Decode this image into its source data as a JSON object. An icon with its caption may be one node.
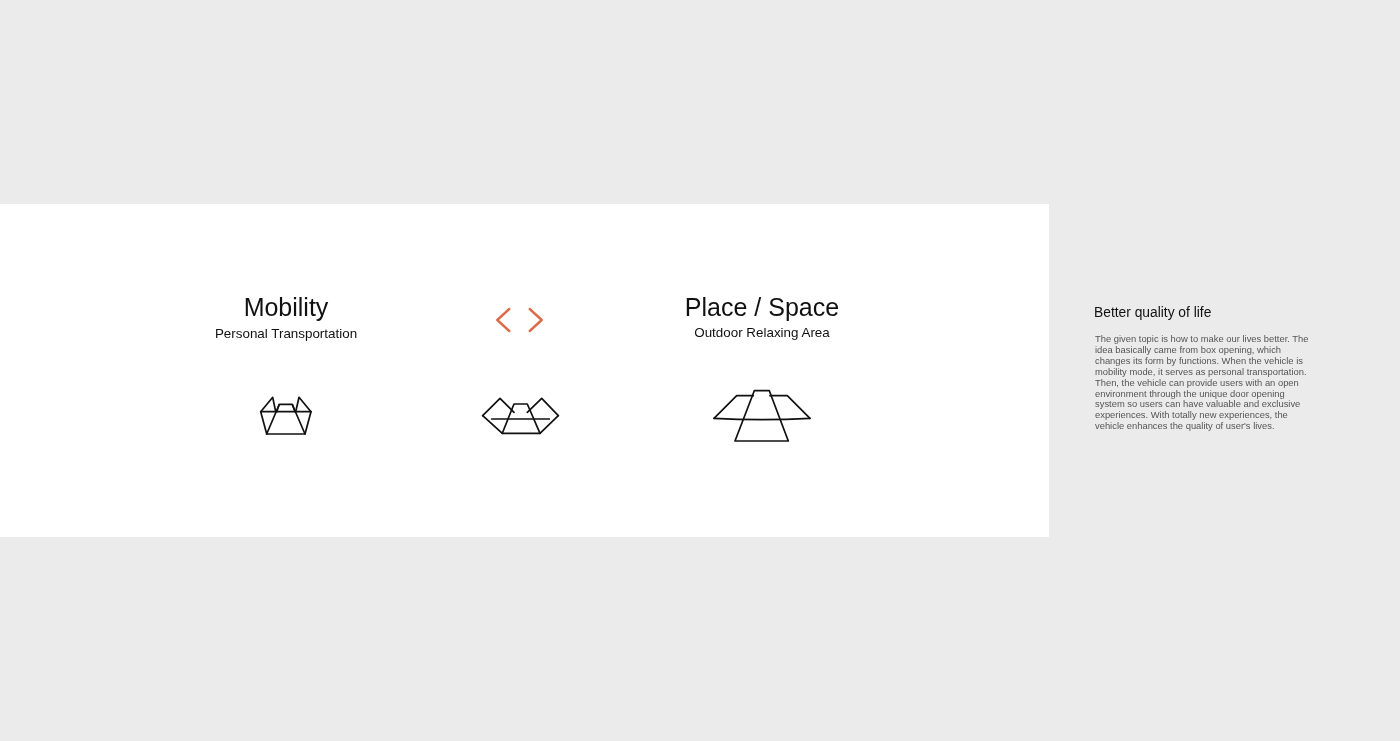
{
  "diagram": {
    "nodes": [
      {
        "text": [
          "Mobility",
          "Personal Transportation",
          "Place / Space",
          "Outdoor Relaxing Area"
        ]
      }
    ],
    "labels": [
      "Better quality of life",
      "The given topic is how to make our lives better. The idea basically came from box opening, which changes its form by functions. When the vehicle is mobility mode, it serves as personal transportation. Then, the vehicle can provide users with an open environment through the unique door opening system so users can have valuable and exclusive experiences. With totally new experiences, the vehicle enhances the quality of user's lives."
    ]
  }
}
